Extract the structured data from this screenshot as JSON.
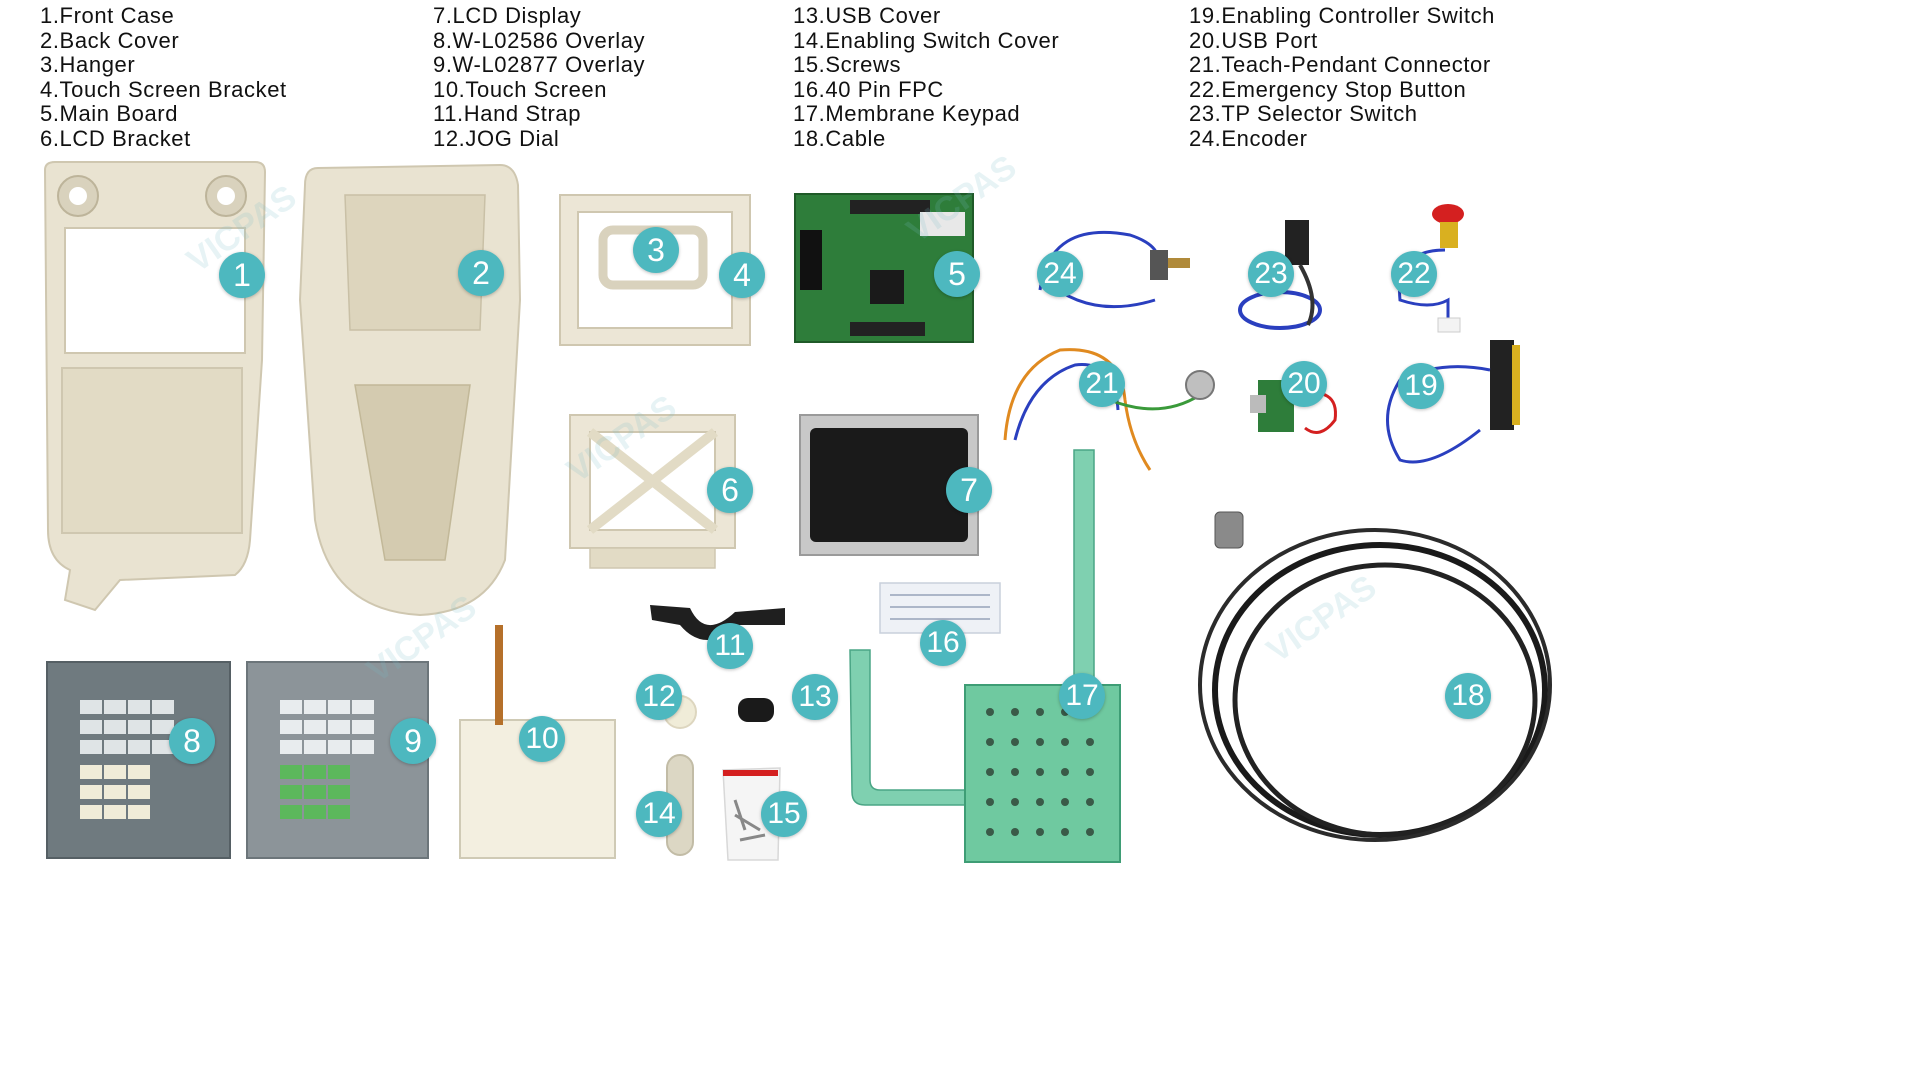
{
  "legend": {
    "columns": [
      [
        "1.Front Case",
        "2.Back Cover",
        "3.Hanger",
        "4.Touch Screen Bracket",
        "5.Main Board",
        "6.LCD Bracket"
      ],
      [
        "7.LCD Display",
        "8.W-L02586 Overlay",
        "9.W-L02877 Overlay",
        "10.Touch Screen",
        "11.Hand Strap",
        "12.JOG Dial"
      ],
      [
        "13.USB Cover",
        "14.Enabling Switch Cover",
        "15.Screws",
        "16.40 Pin FPC",
        "17.Membrane Keypad",
        "18.Cable"
      ],
      [
        "19.Enabling Controller Switch",
        "20.USB Port",
        "21.Teach-Pendant Connector",
        "22.Emergency Stop Button",
        "23.TP Selector Switch",
        "24.Encoder"
      ]
    ]
  },
  "callouts": [
    "1",
    "2",
    "3",
    "4",
    "5",
    "6",
    "7",
    "8",
    "9",
    "10",
    "11",
    "12",
    "13",
    "14",
    "15",
    "16",
    "17",
    "18",
    "19",
    "20",
    "21",
    "22",
    "23",
    "24"
  ],
  "watermark": "VICPAS",
  "colors": {
    "callout": "#4db8bf",
    "case": "#e9e3d1",
    "board": "#2e7d3a",
    "overlay": "#6f7a7f",
    "cable": "#2a3fbf"
  }
}
